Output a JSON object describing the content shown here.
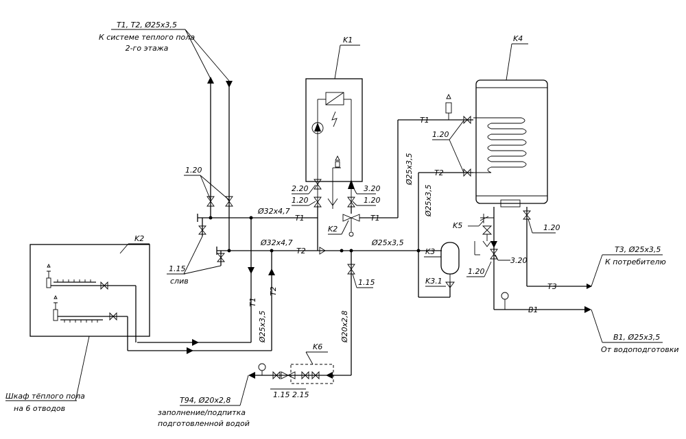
{
  "labels": {
    "k1": "K1",
    "k2_mixer": "K2",
    "k2_cabinet": "K2",
    "k3": "K3",
    "k31": "K3.1",
    "k4": "K4",
    "k5": "K5",
    "k6": "K6",
    "floor_heating_title": "T1, T2, Ø25x3,5",
    "floor_heating_line2": "К системе теплого пола",
    "floor_heating_line3": "2-го этажа",
    "pipe_d32_top": "Ø32x4,7",
    "pipe_d32_mid": "Ø32x4,7",
    "pipe_d25_mid": "Ø25x3,5",
    "pipe_d25_vert1": "Ø25x3,5",
    "pipe_d25_vert2": "Ø25x3,5",
    "pipe_d25_vert3": "Ø25x3,5",
    "pipe_d20": "Ø20x2,8",
    "t1_a": "T1",
    "t1_b": "T1",
    "t1_c": "T1",
    "t1_vert": "T1",
    "t2_a": "T2",
    "t2_b": "T2",
    "t2_vert": "T2",
    "t3": "T3",
    "b1": "B1",
    "v120_a": "1.20",
    "v120_b": "1.20",
    "v120_c": "1.20",
    "v120_d": "1.20",
    "v120_e": "1.20",
    "v120_f": "1.20",
    "v220": "2.20",
    "v320_a": "3.20",
    "v320_b": "3.20",
    "v115_a": "1.15",
    "v115_b": "1.15",
    "v115_c": "1.15",
    "v215": "2.15",
    "drain": "слив",
    "t3_title": "T3, Ø25x3,5",
    "t3_dest": "К потребителю",
    "b1_title": "B1, Ø25x3,5",
    "b1_source": "От водоподготовки",
    "t94_title": "T94, Ø20x2,8",
    "t94_line2": "заполнение/подпитка",
    "t94_line3": "подготовленной водой",
    "cabinet_line1": "Шкаф тёплого пола",
    "cabinet_line2": "на 6 отводов"
  }
}
